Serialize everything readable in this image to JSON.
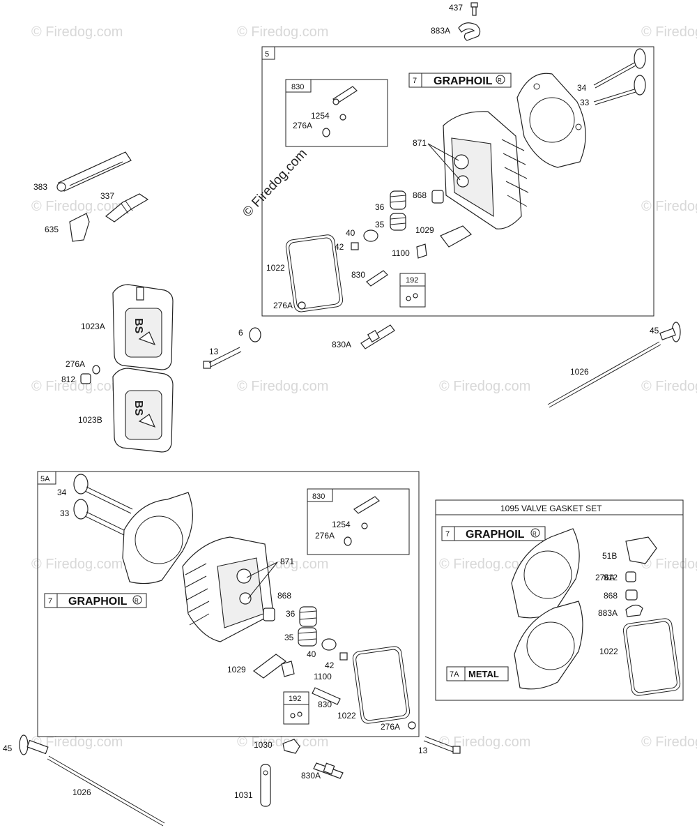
{
  "watermark": "© Firedog.com",
  "watermark_main": "© Firedog.com",
  "boxes": {
    "upper_head": "5",
    "lower_head": "5A",
    "gasket_set_title": "1095 VALVE GASKET SET"
  },
  "graphoil": {
    "code": "7",
    "label": "GRAPHOIL",
    "reg": "R"
  },
  "metal": {
    "code": "7A",
    "label": "METAL"
  },
  "labels": {
    "p437": "437",
    "p883A_top": "883A",
    "p383": "383",
    "p337": "337",
    "p635": "635",
    "u830box": "830",
    "u1254": "1254",
    "u276A_box": "276A",
    "u34": "34",
    "u33": "33",
    "u871": "871",
    "u868": "868",
    "u36": "36",
    "u35": "35",
    "u40": "40",
    "u42": "42",
    "u1029": "1029",
    "u1100": "1100",
    "u1022": "1022",
    "u830": "830",
    "u192": "192",
    "u276A": "276A",
    "p1023A": "1023A",
    "p276A_mid": "276A",
    "p812_mid": "812",
    "p1023B": "1023B",
    "p6": "6",
    "p13_mid": "13",
    "p830A_mid": "830A",
    "p45_right": "45",
    "p1026_right": "1026",
    "l34": "34",
    "l33": "33",
    "l830box": "830",
    "l1254": "1254",
    "l276A_box": "276A",
    "l871": "871",
    "l868": "868",
    "l36": "36",
    "l35": "35",
    "l40": "40",
    "l42": "42",
    "l1029": "1029",
    "l1100": "1100",
    "l830": "830",
    "l192": "192",
    "l1022": "1022",
    "l276A": "276A",
    "g51B": "51B",
    "g276A": "276A",
    "g812": "812",
    "g868": "868",
    "g883A": "883A",
    "g1022": "1022",
    "b45": "45",
    "b1026": "1026",
    "b1030": "1030",
    "b1031": "1031",
    "b830A": "830A",
    "b13": "13"
  }
}
